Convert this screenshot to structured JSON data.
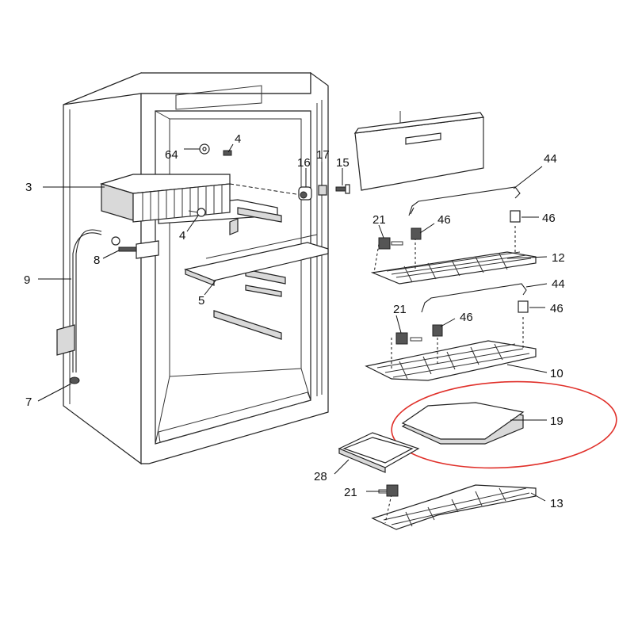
{
  "callouts": {
    "c3": "3",
    "c64": "64",
    "c4a": "4",
    "c4b": "4",
    "c16": "16",
    "c17": "17",
    "c15": "15",
    "c44a": "44",
    "c44b": "44",
    "c21a": "21",
    "c21b": "21",
    "c21c": "21",
    "c46a": "46",
    "c46b": "46",
    "c46c": "46",
    "c46d": "46",
    "c12": "12",
    "c8": "8",
    "c9": "9",
    "c5": "5",
    "c10": "10",
    "c19": "19",
    "c28": "28",
    "c13": "13",
    "c7": "7"
  },
  "highlight": {
    "part": "19",
    "color": "#e0302a"
  },
  "colors": {
    "line": "#222222",
    "label": "#111111",
    "background": "#ffffff"
  }
}
